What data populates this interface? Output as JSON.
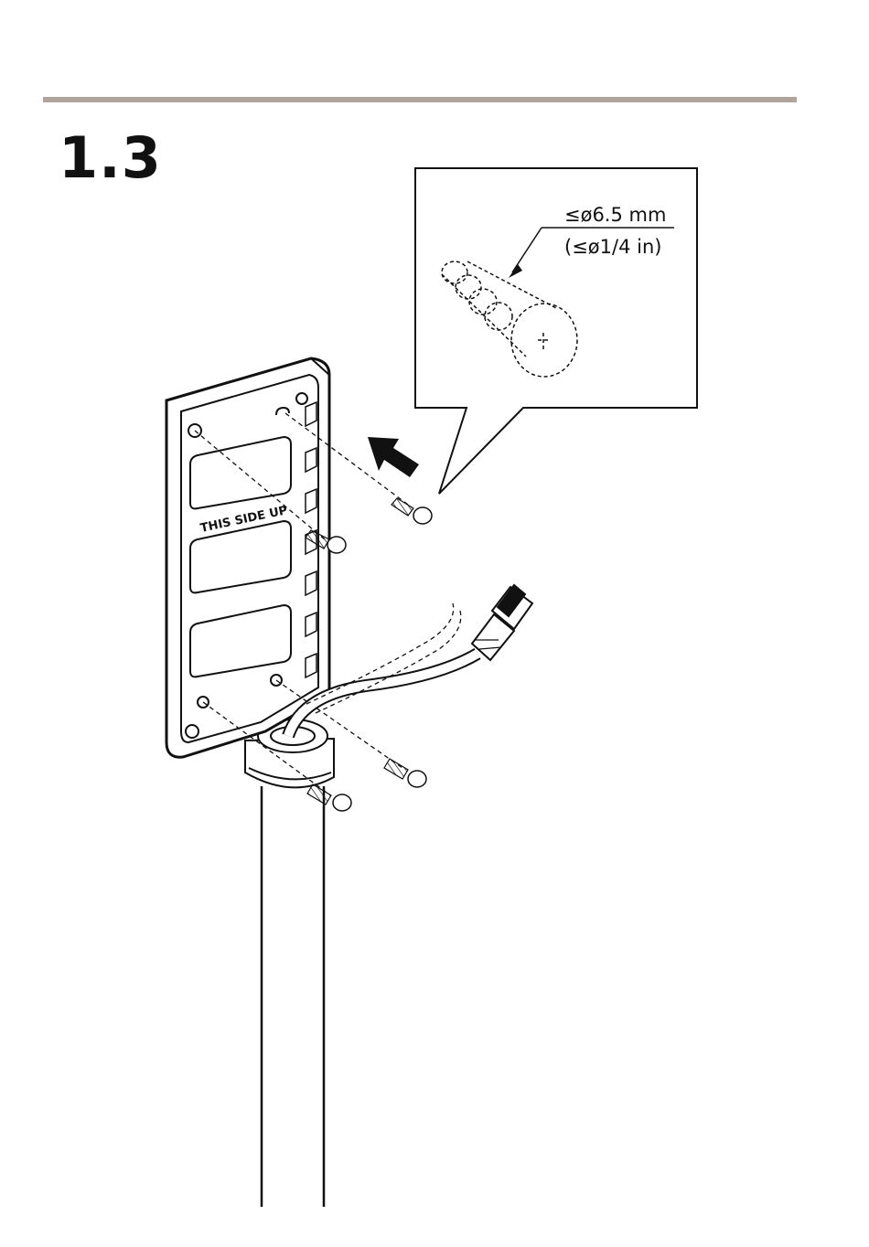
{
  "step_number": "1.3",
  "callout": {
    "size_mm": "≤ø6.5 mm",
    "size_in": "(≤ø1/4 in)"
  },
  "bracket_label": "THIS SIDE UP",
  "colors": {
    "rule": "#b0a49b",
    "ink": "#111111"
  }
}
